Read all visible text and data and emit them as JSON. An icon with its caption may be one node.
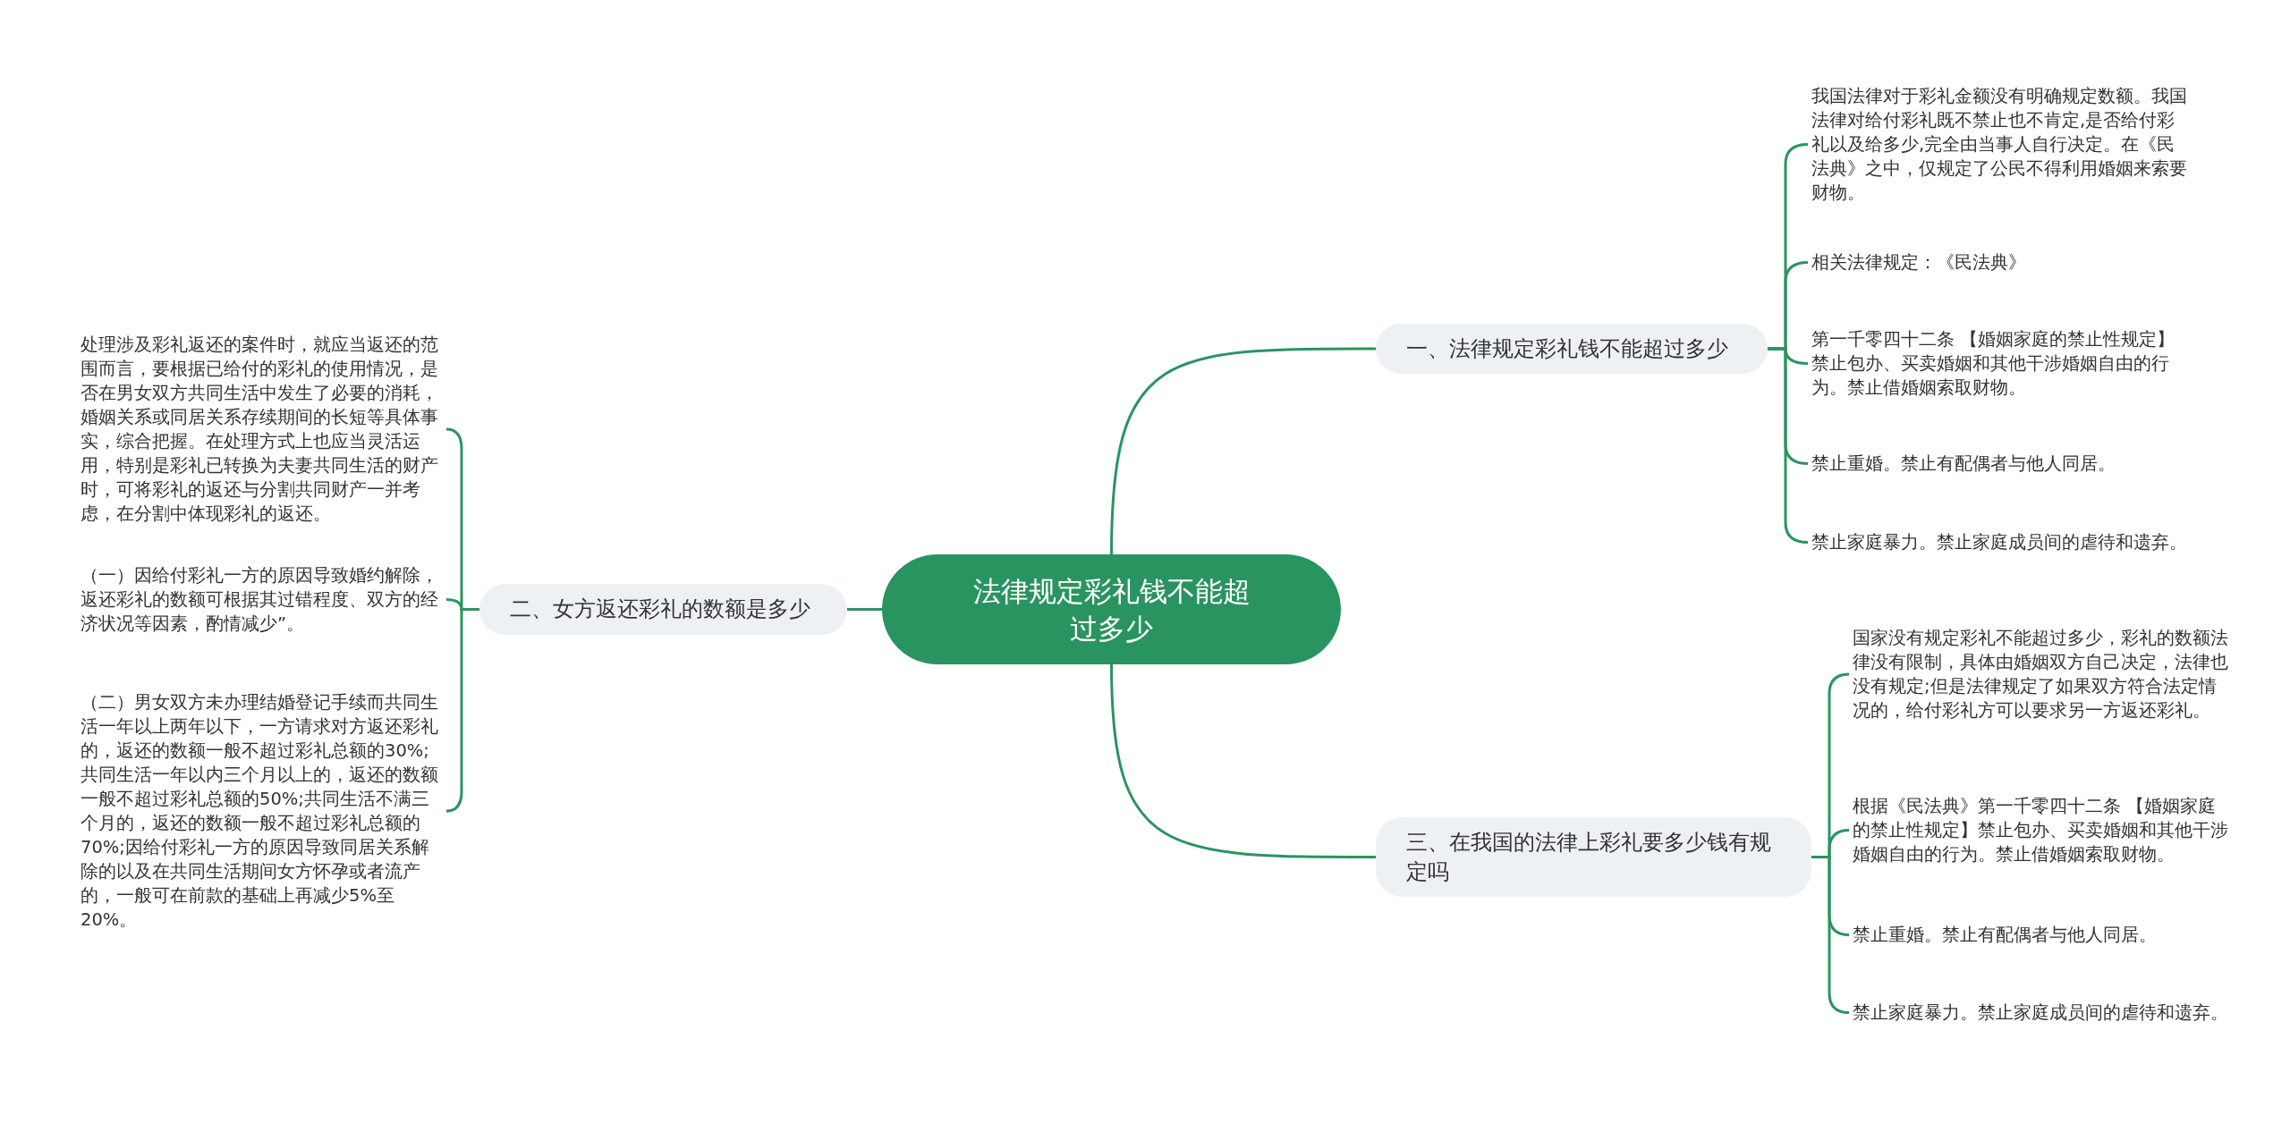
{
  "diagram": {
    "nodes": [
      {
        "text": [
          "法律规定彩礼钱不能超过多少"
        ]
      },
      {
        "text": [
          "一、法律规定彩礼钱不能超过多少"
        ]
      },
      {
        "text": [
          "我国法律对于彩礼金额没有明确规定数额。我国法律对给付彩礼既不禁止也不肯定,是否给付彩礼以及给多少,完全由当事人自行决定。在《民法典》之中，仅规定了公民不得利用婚姻来索要财物。"
        ]
      },
      {
        "text": [
          "相关法律规定：《民法典》"
        ]
      },
      {
        "text": [
          "第一千零四十二条 【婚姻家庭的禁止性规定】禁止包办、买卖婚姻和其他干涉婚姻自由的行为。禁止借婚姻索取财物。"
        ]
      },
      {
        "text": [
          "禁止重婚。禁止有配偶者与他人同居。"
        ]
      },
      {
        "text": [
          "禁止家庭暴力。禁止家庭成员间的虐待和遗弃。"
        ]
      },
      {
        "text": [
          "二、女方返还彩礼的数额是多少"
        ]
      },
      {
        "text": [
          "处理涉及彩礼返还的案件时，就应当返还的范围而言，要根据已给付的彩礼的使用情况，是否在男女双方共同生活中发生了必要的消耗，婚姻关系或同居关系存续期间的长短等具体事实，综合把握。在处理方式上也应当灵活运用，特别是彩礼已转换为夫妻共同生活的财产时，可将彩礼的返还与分割共同财产一并考虑，在分割中体现彩礼的返还。"
        ]
      },
      {
        "text": [
          "（一）因给付彩礼一方的原因导致婚约解除，返还彩礼的数额可根据其过错程度、双方的经济状况等因素，酌情减少”。"
        ]
      },
      {
        "text": [
          "（二）男女双方未办理结婚登记手续而共同生活一年以上两年以下，一方请求对方返还彩礼的，返还的数额一般不超过彩礼总额的30%;共同生活一年以内三个月以上的，返还的数额一般不超过彩礼总额的50%;共同生活不满三个月的，返还的数额一般不超过彩礼总额的70%;因给付彩礼一方的原因导致同居关系解除的以及在共同生活期间女方怀孕或者流产的，一般可在前款的基础上再减少5%至20%。"
        ]
      },
      {
        "text": [
          "三、在我国的法律上彩礼要多少钱有规定吗"
        ]
      },
      {
        "text": [
          "国家没有规定彩礼不能超过多少，彩礼的数额法律没有限制，具体由婚姻双方自己决定，法律也没有规定;但是法律规定了如果双方符合法定情况的，给付彩礼方可以要求另一方返还彩礼。"
        ]
      },
      {
        "text": [
          "根据《民法典》第一千零四十二条 【婚姻家庭的禁止性规定】禁止包办、买卖婚姻和其他干涉婚姻自由的行为。禁止借婚姻索取财物。"
        ]
      },
      {
        "text": [
          "禁止重婚。禁止有配偶者与他人同居。"
        ]
      },
      {
        "text": [
          "禁止家庭暴力。禁止家庭成员间的虐待和遗弃。"
        ]
      }
    ],
    "edges": [
      {
        "from": 0,
        "to": 1,
        "arrow": "none"
      },
      {
        "from": 1,
        "to": 2,
        "arrow": "none"
      },
      {
        "from": 1,
        "to": 3,
        "arrow": "none"
      },
      {
        "from": 1,
        "to": 4,
        "arrow": "none"
      },
      {
        "from": 1,
        "to": 5,
        "arrow": "none"
      },
      {
        "from": 1,
        "to": 6,
        "arrow": "none"
      },
      {
        "from": 0,
        "to": 7,
        "arrow": "none"
      },
      {
        "from": 7,
        "to": 8,
        "arrow": "none"
      },
      {
        "from": 7,
        "to": 9,
        "arrow": "none"
      },
      {
        "from": 7,
        "to": 10,
        "arrow": "none"
      },
      {
        "from": 0,
        "to": 11,
        "arrow": "none"
      },
      {
        "from": 11,
        "to": 12,
        "arrow": "none"
      },
      {
        "from": 11,
        "to": 13,
        "arrow": "none"
      },
      {
        "from": 11,
        "to": 14,
        "arrow": "none"
      },
      {
        "from": 11,
        "to": 15,
        "arrow": "none"
      }
    ]
  }
}
